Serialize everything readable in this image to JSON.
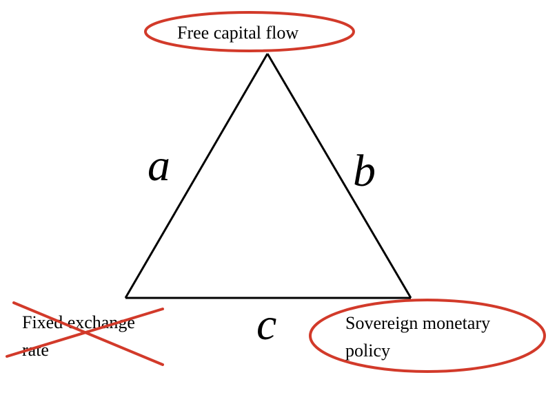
{
  "diagram": {
    "vertices": {
      "top": {
        "label": "Free capital flow",
        "status": "circled"
      },
      "bottom_left": {
        "label_line1": "Fixed exchange",
        "label_line2": "rate",
        "status": "crossed-out"
      },
      "bottom_right": {
        "label_line1": "Sovereign monetary",
        "label_line2": "policy",
        "status": "circled"
      }
    },
    "edges": {
      "left": "a",
      "right": "b",
      "bottom": "c"
    },
    "colors": {
      "line": "#000000",
      "mark": "#d23a2a"
    }
  }
}
